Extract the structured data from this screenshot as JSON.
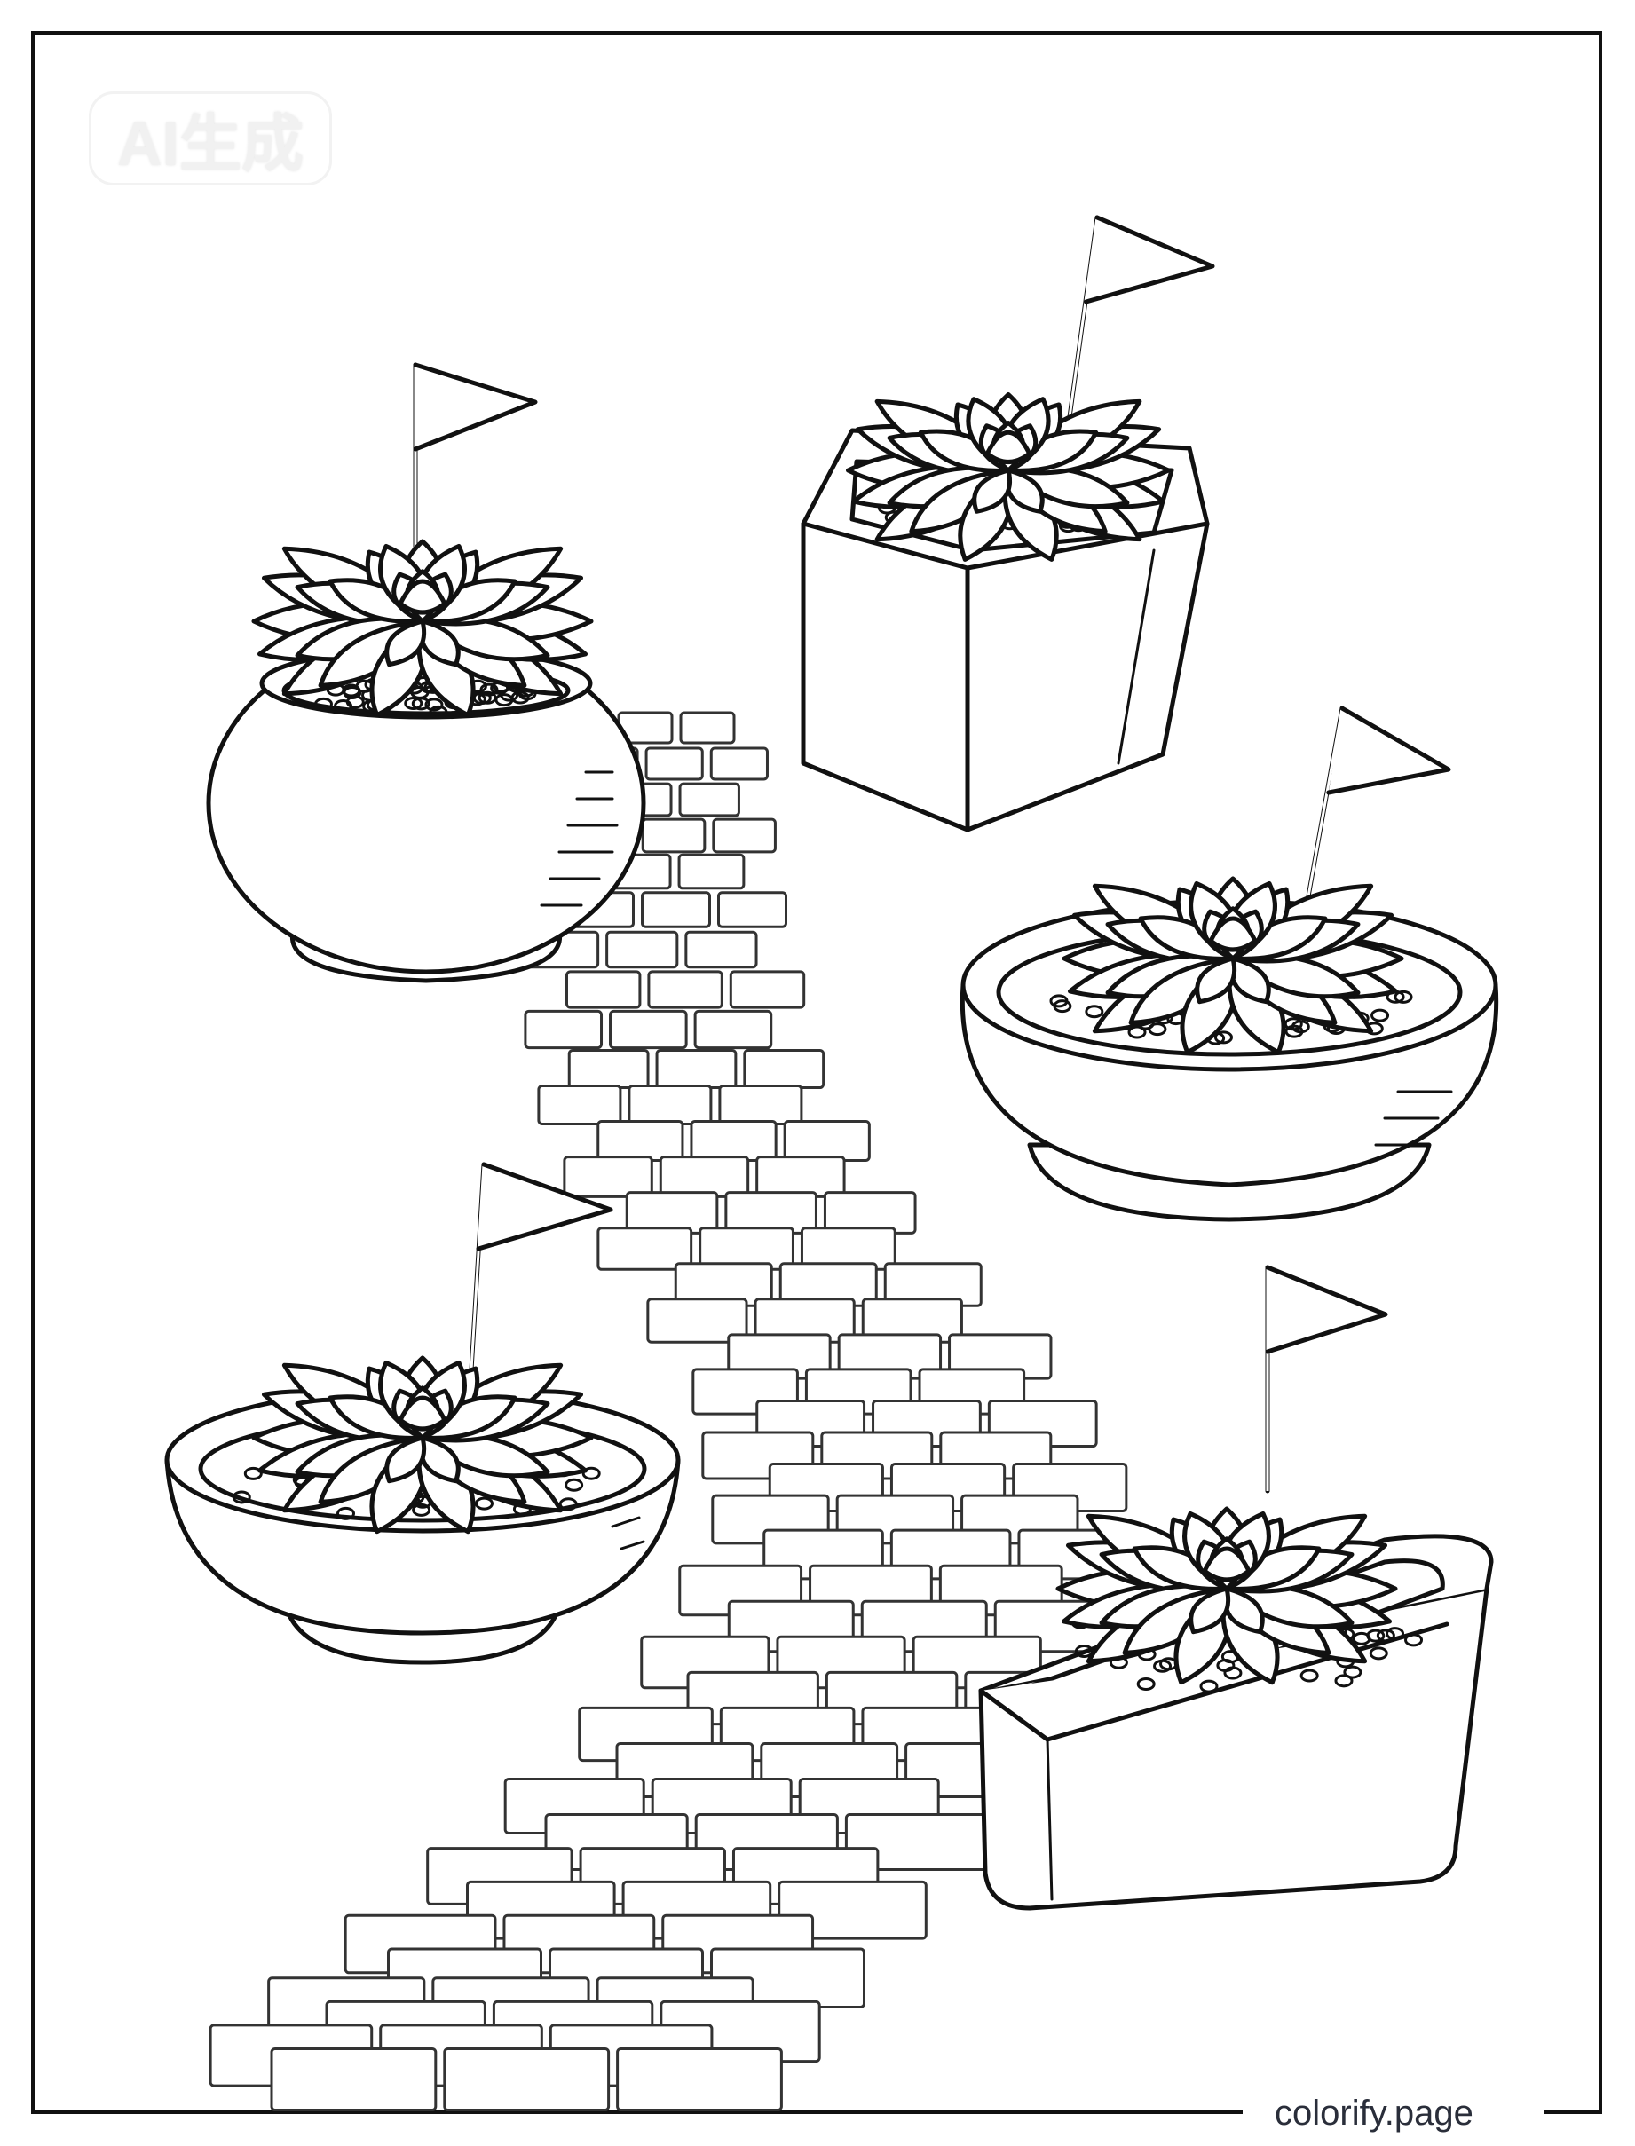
{
  "watermark": {
    "text": "AI生成"
  },
  "footer": {
    "brand": "colorify.page"
  },
  "colors": {
    "line": "#111111",
    "background": "#ffffff",
    "footer_text": "#2a2e3a"
  },
  "pots": [
    {
      "shape": "round"
    },
    {
      "shape": "hexagonal"
    },
    {
      "shape": "oval-bowl"
    },
    {
      "shape": "bowl"
    },
    {
      "shape": "rectangular"
    }
  ]
}
